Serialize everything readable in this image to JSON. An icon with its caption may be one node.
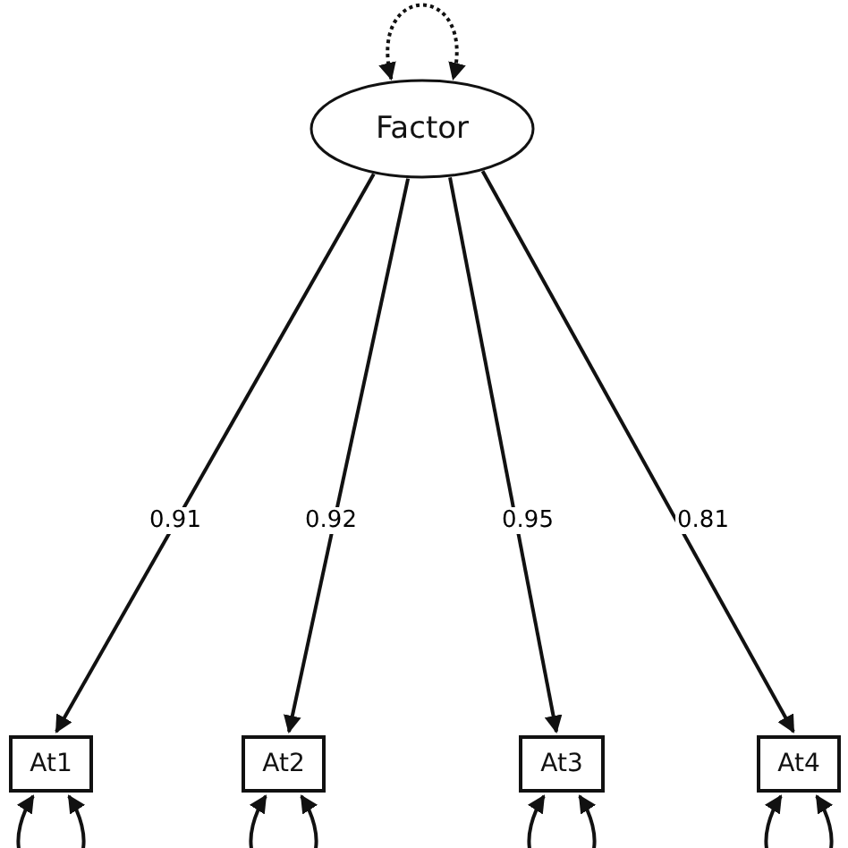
{
  "diagram": {
    "nodes": [
      {
        "text": [
          "Factor"
        ]
      },
      {
        "text": [
          "At1"
        ]
      },
      {
        "text": [
          "At2"
        ]
      },
      {
        "text": [
          "At3"
        ]
      },
      {
        "text": [
          "At4"
        ]
      }
    ],
    "edges": [
      {
        "from": 0,
        "to": 0,
        "arrow": "both",
        "style": "dashed"
      },
      {
        "from": 0,
        "to": 1,
        "arrow": "to",
        "label": "0.91"
      },
      {
        "from": 0,
        "to": 2,
        "arrow": "to",
        "label": "0.92"
      },
      {
        "from": 0,
        "to": 3,
        "arrow": "to",
        "label": "0.95"
      },
      {
        "from": 0,
        "to": 4,
        "arrow": "to",
        "label": "0.81"
      },
      {
        "from": 1,
        "to": 1,
        "arrow": "both"
      },
      {
        "from": 2,
        "to": 2,
        "arrow": "both"
      },
      {
        "from": 3,
        "to": 3,
        "arrow": "both"
      },
      {
        "from": 4,
        "to": 4,
        "arrow": "both"
      }
    ]
  }
}
